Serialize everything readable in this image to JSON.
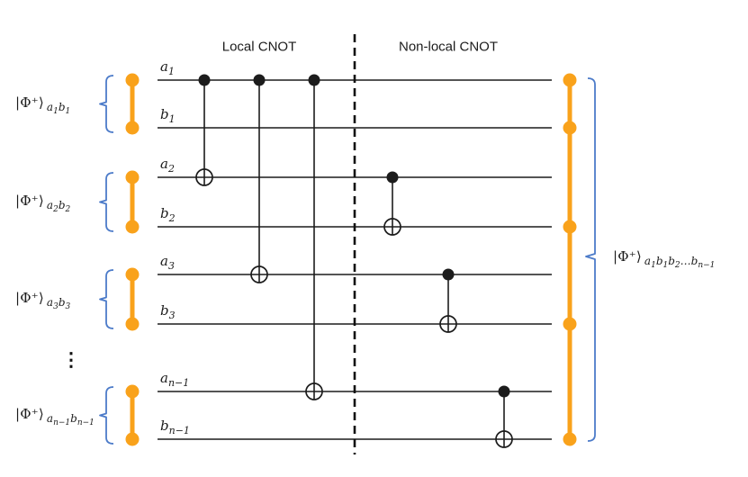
{
  "figure": {
    "section_labels": {
      "local": "Local CNOT",
      "nonlocal": "Non-local CNOT"
    },
    "wires": [
      {
        "id": "a1",
        "base": "a",
        "sub": "1"
      },
      {
        "id": "b1",
        "base": "b",
        "sub": "1"
      },
      {
        "id": "a2",
        "base": "a",
        "sub": "2"
      },
      {
        "id": "b2",
        "base": "b",
        "sub": "2"
      },
      {
        "id": "a3",
        "base": "a",
        "sub": "3"
      },
      {
        "id": "b3",
        "base": "b",
        "sub": "3"
      },
      {
        "id": "an1",
        "base": "a",
        "sub": "n−1"
      },
      {
        "id": "bn1",
        "base": "b",
        "sub": "n−1"
      }
    ],
    "local_cnots": [
      {
        "control": "a1",
        "target": "a2"
      },
      {
        "control": "a1",
        "target": "a3"
      },
      {
        "control": "a1",
        "target": "an1"
      }
    ],
    "nonlocal_cnots": [
      {
        "control": "a2",
        "target": "b2"
      },
      {
        "control": "a3",
        "target": "b3"
      },
      {
        "control": "an1",
        "target": "bn1"
      }
    ],
    "bell_pairs": [
      {
        "ket": "|Φ⁺⟩",
        "subscript": [
          [
            "a",
            "1"
          ],
          [
            "b",
            "1"
          ]
        ],
        "wires": [
          "a1",
          "b1"
        ]
      },
      {
        "ket": "|Φ⁺⟩",
        "subscript": [
          [
            "a",
            "2"
          ],
          [
            "b",
            "2"
          ]
        ],
        "wires": [
          "a2",
          "b2"
        ]
      },
      {
        "ket": "|Φ⁺⟩",
        "subscript": [
          [
            "a",
            "3"
          ],
          [
            "b",
            "3"
          ]
        ],
        "wires": [
          "a3",
          "b3"
        ]
      },
      {
        "ket": "|Φ⁺⟩",
        "subscript": [
          [
            "a",
            "n−1"
          ],
          [
            "b",
            "n−1"
          ]
        ],
        "wires": [
          "an1",
          "bn1"
        ]
      }
    ],
    "ellipsis": "⋮",
    "output_state": {
      "ket": "|Φ⁺⟩",
      "subscript": [
        [
          "a",
          "1"
        ],
        [
          "b",
          "1"
        ],
        [
          "b",
          "2"
        ],
        [
          "…",
          ""
        ],
        [
          "b",
          "n−1"
        ]
      ],
      "entangled_wires": [
        "a1",
        "b1",
        "b2",
        "b3",
        "bn1"
      ]
    },
    "colors": {
      "wire": "#1c1c1c",
      "orange": "#F9A21B",
      "blue": "#4C7BC9"
    }
  }
}
